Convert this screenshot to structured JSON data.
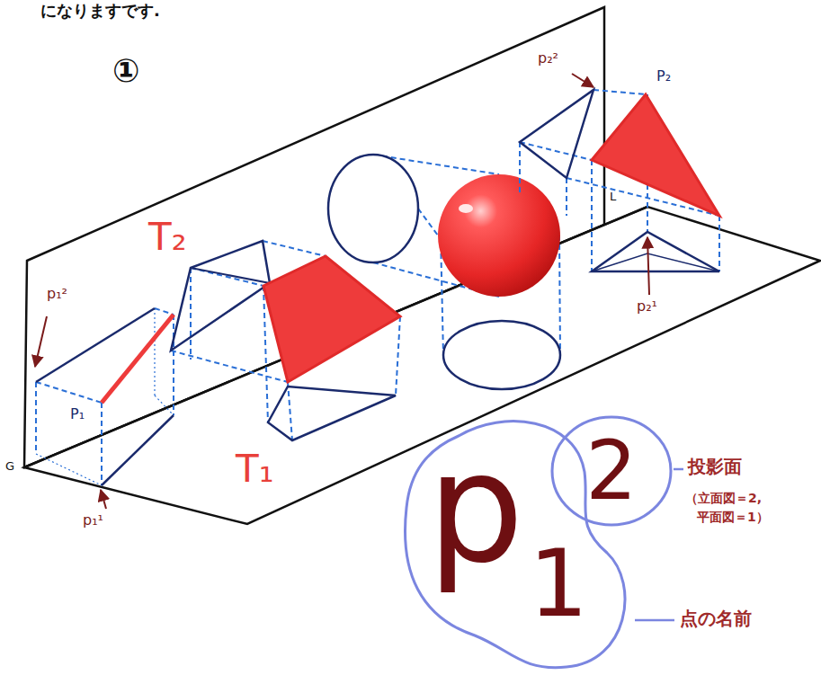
{
  "diagram": {
    "nodes": [
      {
        "text": [
          "p",
          "1"
        ]
      },
      {
        "text": [
          "2"
        ]
      }
    ],
    "labels": [
      "になりますです.",
      "①",
      "T₂",
      "p₁²",
      "P₁",
      "G",
      "p₁¹",
      "T₁",
      "p₂²",
      "P₂",
      "L",
      "p₂¹",
      "投影面",
      "（立面図＝2,",
      "平面図＝1）",
      "点の名前"
    ]
  }
}
